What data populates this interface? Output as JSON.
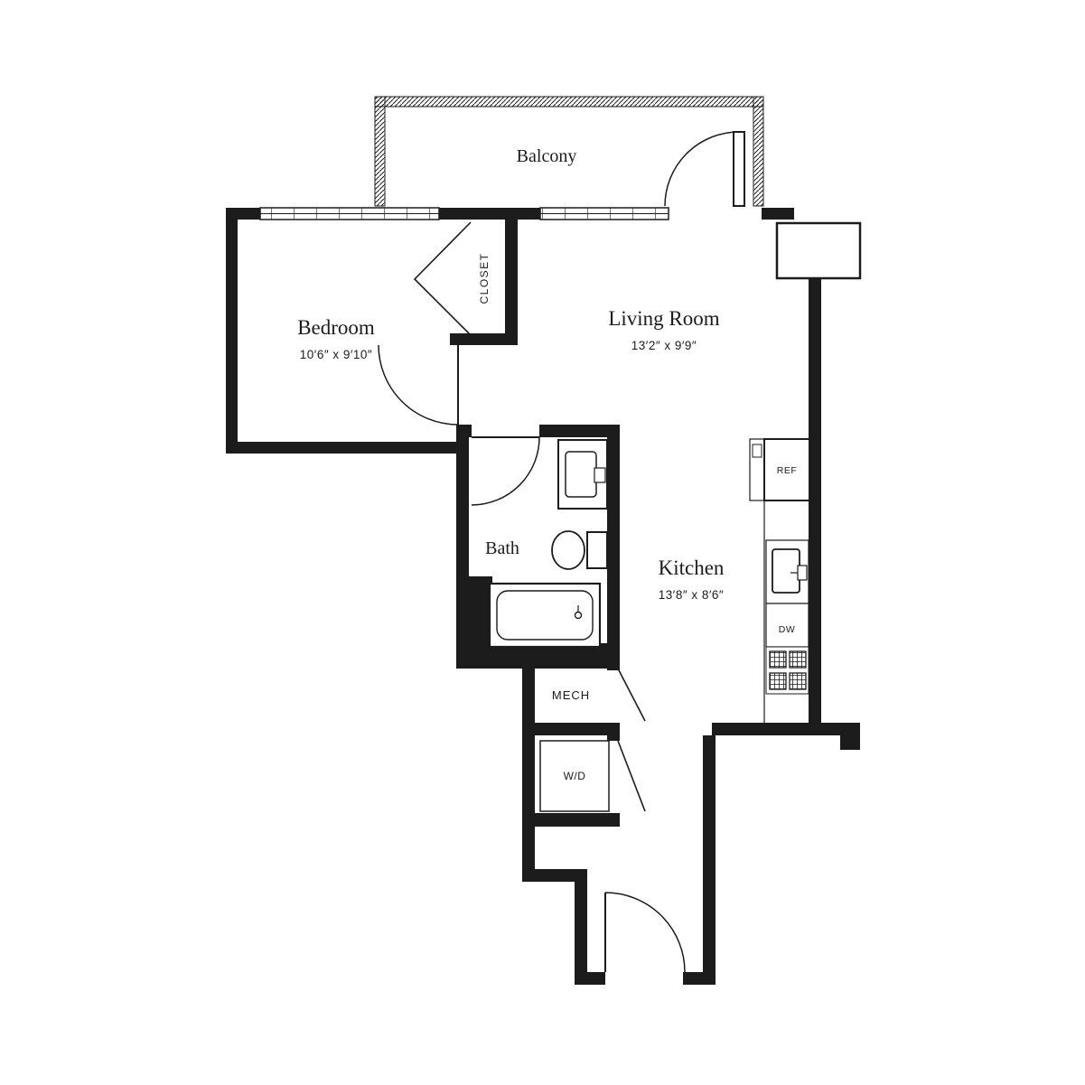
{
  "rooms": {
    "balcony": {
      "label": "Balcony"
    },
    "bedroom": {
      "label": "Bedroom",
      "dims": "10′6″ x 9′10″"
    },
    "closet": {
      "label": "CLOSET"
    },
    "living_room": {
      "label": "Living Room",
      "dims": "13′2″ x 9′9″"
    },
    "bath": {
      "label": "Bath"
    },
    "kitchen": {
      "label": "Kitchen",
      "dims": "13′8″ x 8′6″"
    },
    "mech": {
      "label": "MECH"
    },
    "laundry": {
      "label": "W/D"
    }
  },
  "appliances": {
    "refrigerator": {
      "label": "REF"
    },
    "dishwasher": {
      "label": "DW"
    }
  },
  "colors": {
    "wall": "#1c1c1c",
    "background": "#ffffff"
  }
}
